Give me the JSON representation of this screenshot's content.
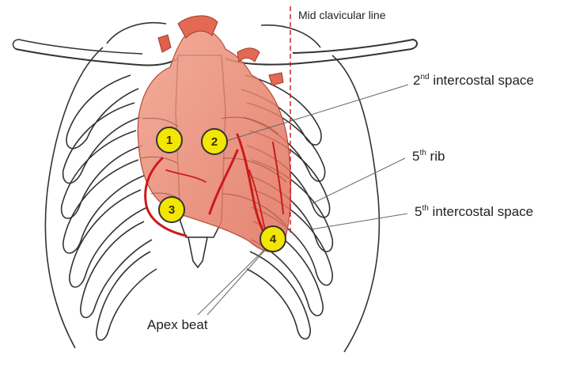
{
  "labels": {
    "mid_clavicular_line": "Mid clavicular line",
    "second_ics_num": "2",
    "second_ics_sup": "nd",
    "second_ics_text": " intercostal space",
    "fifth_rib_num": "5",
    "fifth_rib_sup": "th",
    "fifth_rib_text": " rib",
    "fifth_ics_num": "5",
    "fifth_ics_sup": "th",
    "fifth_ics_text": " intercostal space",
    "apex_beat": "Apex beat"
  },
  "markers": [
    {
      "id": "1",
      "label": "1"
    },
    {
      "id": "2",
      "label": "2"
    },
    {
      "id": "3",
      "label": "3"
    },
    {
      "id": "4",
      "label": "4"
    }
  ],
  "colors": {
    "marker_fill": "#f3e600",
    "heart": "#e8826a",
    "vessels": "#cc1a1a",
    "dashed_line": "#d4202a",
    "outline": "#333333"
  }
}
